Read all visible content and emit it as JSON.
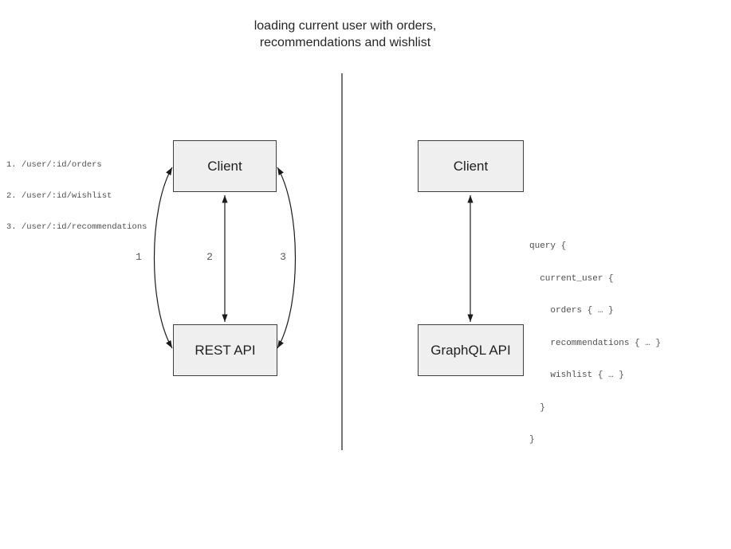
{
  "title": {
    "line1": "loading current user with orders,",
    "line2": "recommendations and wishlist"
  },
  "rest_panel": {
    "client_label": "Client",
    "api_label": "REST API",
    "routes": [
      "1. /user/:id/orders",
      "2. /user/:id/wishlist",
      "3. /user/:id/recommendations"
    ],
    "arrow_labels": [
      "1",
      "2",
      "3"
    ]
  },
  "graphql_panel": {
    "client_label": "Client",
    "api_label": "GraphQL API",
    "query_lines": [
      "query {",
      "  current_user {",
      "    orders { … }",
      "    recommendations { … }",
      "    wishlist { … }",
      "  }",
      "}"
    ]
  },
  "colors": {
    "box_fill": "#efefef",
    "box_border": "#3f3f3f",
    "arrow": "#1a1a1a",
    "muted_text": "#4f4f4f",
    "divider": "#757575"
  }
}
